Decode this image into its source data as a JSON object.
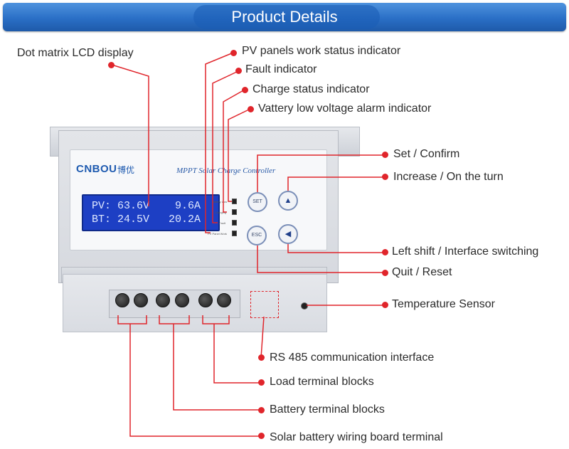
{
  "header": {
    "title": "Product Details"
  },
  "callouts": {
    "lcd_display": "Dot matrix LCD display",
    "pv_indicator": "PV panels work status indicator",
    "fault_indicator": "Fault indicator",
    "charge_indicator": "Charge status indicator",
    "battery_alarm": "Vattery low voltage alarm indicator",
    "set_confirm": "Set / Confirm",
    "increase": "Increase / On the turn",
    "left_shift": "Left shift / Interface switching",
    "quit_reset": "Quit / Reset",
    "temp_sensor": "Temperature Sensor",
    "rs485": "RS 485 communication interface",
    "load_terminal": "Load terminal blocks",
    "battery_terminal": "Battery terminal blocks",
    "solar_terminal": "Solar battery wiring board terminal"
  },
  "device": {
    "brand": "CNBOU",
    "brand_cn": "博优",
    "product_name": "MPPT Solar Charge Controller",
    "lcd_line1": "PV: 63.6V    9.6A",
    "lcd_line2": "BT: 24.5V   20.2A",
    "led_labels": [
      "Battery Low",
      "Charging",
      "Fault",
      "PV Panel Work"
    ],
    "btn_set": "SET",
    "btn_esc": "ESC"
  },
  "colors": {
    "banner": "#2a6fc6",
    "callout_red": "#e0252b",
    "lcd_blue": "#1d3fc4"
  }
}
